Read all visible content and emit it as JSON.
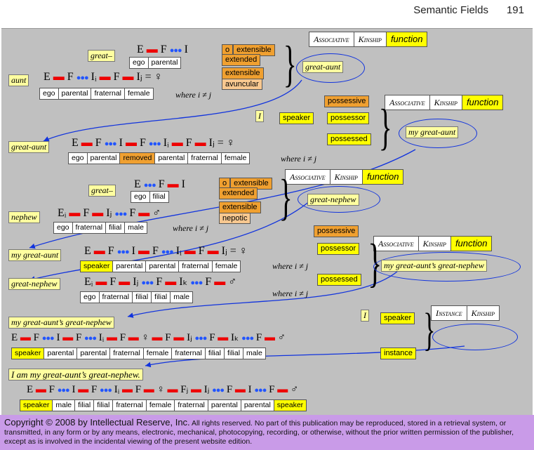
{
  "header": {
    "title": "Semantic Fields",
    "page": "191"
  },
  "tri_top": {
    "a": "Associative",
    "b": "Kinship",
    "c": "function"
  },
  "tri2": {
    "a": "Associative",
    "b": "Kinship",
    "c": "function"
  },
  "tri3": {
    "a": "Associative",
    "b": "Kinship",
    "c": "function"
  },
  "tri4": {
    "a": "Associative",
    "b": "Kinship",
    "c": "function"
  },
  "tri5": {
    "a": "Instance",
    "b": "Kinship"
  },
  "labels": {
    "great1": "great–",
    "aunt": "aunt",
    "great_aunt_oval": "great-aunt",
    "great_aunt": "great-aunt",
    "I": "I",
    "my_great_aunt_oval": "my great-aunt",
    "great2": "great–",
    "nephew": "nephew",
    "great_nephew_oval": "great-nephew",
    "my_great_aunt": "my great-aunt",
    "great_nephew": "great-nephew",
    "my_gagn_oval": "my great-aunt’s great-nephew",
    "my_gagn": "my great-aunt’s great-nephew",
    "I2": "I",
    "final": "I am my great-aunt’s great-nephew."
  },
  "boxes": {
    "o1": "o",
    "ext1": "extensible",
    "extended1": "extended",
    "ext1b": "extensible",
    "avuncular": "avuncular",
    "possessive1": "possessive",
    "speaker1": "speaker",
    "possessor1": "possessor",
    "possessed1": "possessed",
    "o2": "o",
    "ext2": "extensible",
    "extended2": "extended",
    "ext2b": "extensible",
    "nepotic": "nepotic",
    "possessive2": "possessive",
    "possessor2": "possessor",
    "possessed2": "possessed",
    "speaker3": "speaker",
    "instance": "instance"
  },
  "formulas": {
    "f1": "E ▬ F ●●● I",
    "f2": "E ▬ F ●●● Iᵢ ▬ F ▬ Iⱼ = ♀",
    "f3": "E ▬ F ●●● I ▬ F ●●● Iᵢ ▬ F ▬ Iⱼ = ♀",
    "f4": "E ●●● F ▬ I",
    "f5": "Eᵢ ▬ F ▬ Iⱼ ●●● F ▬ ♂",
    "f6": "E ▬ F ●●● I ▬ F ●●● Iᵢ ▬ F ▬ Iⱼ =  ♀",
    "f7": "Eᵢ ▬ F ▬ Iⱼ ●●● F ▬ Iₖ ●●● F ▬ ♂",
    "f8": "E ▬ F ●●● I ▬ F ●●● Iᵢ ▬ F ▬ ♀ ▬ F ▬ Iⱼ ●●● F ▬ Iₖ ●●● F ▬ ♂",
    "f9": "E ▬ F ●●● I ▬ F ●●● Iᵢ ▬ F ▬ ♀ ▬ Fⱼ ▬ Iⱼ ●●● F ▬ I ●●● F ▬ ♂"
  },
  "where": {
    "w1": "where i ≠ j",
    "w2": "where i ≠ j",
    "w3": "where i ≠ j",
    "w4": "where i ≠ j",
    "w5": "where i ≠ j"
  },
  "rows": {
    "r1": [
      "ego",
      "parental"
    ],
    "r2": [
      "ego",
      "parental",
      "fraternal",
      "female"
    ],
    "r3": [
      "ego",
      "parental",
      "removed",
      "parental",
      "fraternal",
      "female"
    ],
    "r4": [
      "ego",
      "filial"
    ],
    "r5": [
      "ego",
      "fraternal",
      "filial",
      "male"
    ],
    "r6": [
      "speaker",
      "parental",
      "parental",
      "fraternal",
      "female"
    ],
    "r7": [
      "ego",
      "fraternal",
      "filial",
      "filial",
      "male"
    ],
    "r8": [
      "speaker",
      "parental",
      "parental",
      "fraternal",
      "female",
      "fraternal",
      "filial",
      "filial",
      "male"
    ],
    "r9": [
      "speaker",
      "male",
      "filial",
      "filial",
      "fraternal",
      "female",
      "fraternal",
      "parental",
      "parental",
      "speaker"
    ]
  },
  "copyright": {
    "main": "Copyright © 2008 by Intellectual Reserve, Inc.",
    "rest": "All rights reserved.  No part of this publication may be reproduced, stored in a retrieval system, or transmitted, in any form or by any means, electronic, mechanical, photocopying, recording, or otherwise, without the prior written permission of the publisher, except as is involved in the incidental viewing of the present website edition."
  },
  "colors": {
    "bg": "#c0c0c0",
    "yellow": "#ffff00",
    "orange": "#f0a030",
    "arrow": "#1133dd",
    "footer": "#c99be8"
  }
}
